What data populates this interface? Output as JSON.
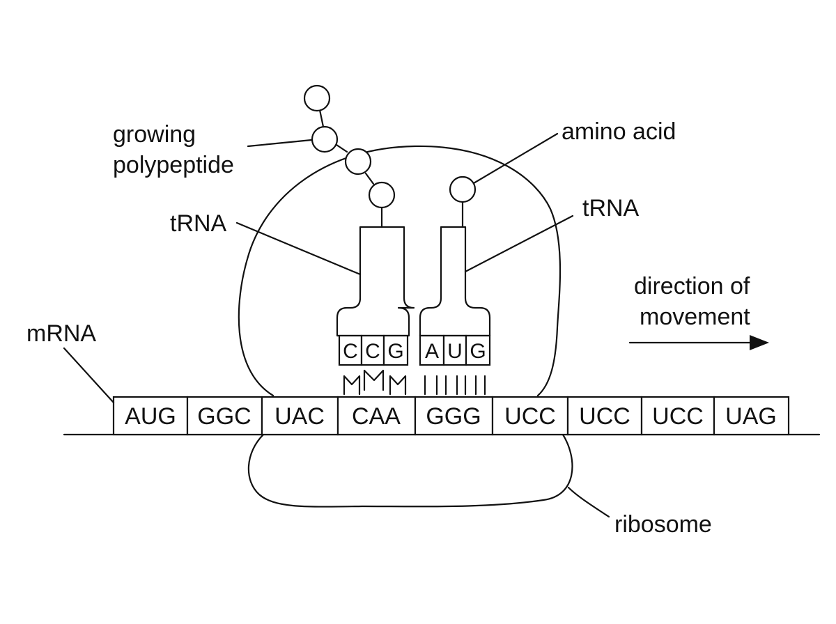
{
  "labels": {
    "growing_polypeptide_line1": "growing",
    "growing_polypeptide_line2": "polypeptide",
    "amino_acid": "amino acid",
    "trna_left": "tRNA",
    "trna_right": "tRNA",
    "direction_line1": "direction of",
    "direction_line2": "movement",
    "mrna": "mRNA",
    "ribosome": "ribosome"
  },
  "mrna_codons": [
    "AUG",
    "GGC",
    "UAC",
    "CAA",
    "GGG",
    "UCC",
    "UCC",
    "UCC",
    "UAG"
  ],
  "trna_left_anticodon": [
    "C",
    "C",
    "G"
  ],
  "trna_right_anticodon": [
    "A",
    "U",
    "G"
  ]
}
